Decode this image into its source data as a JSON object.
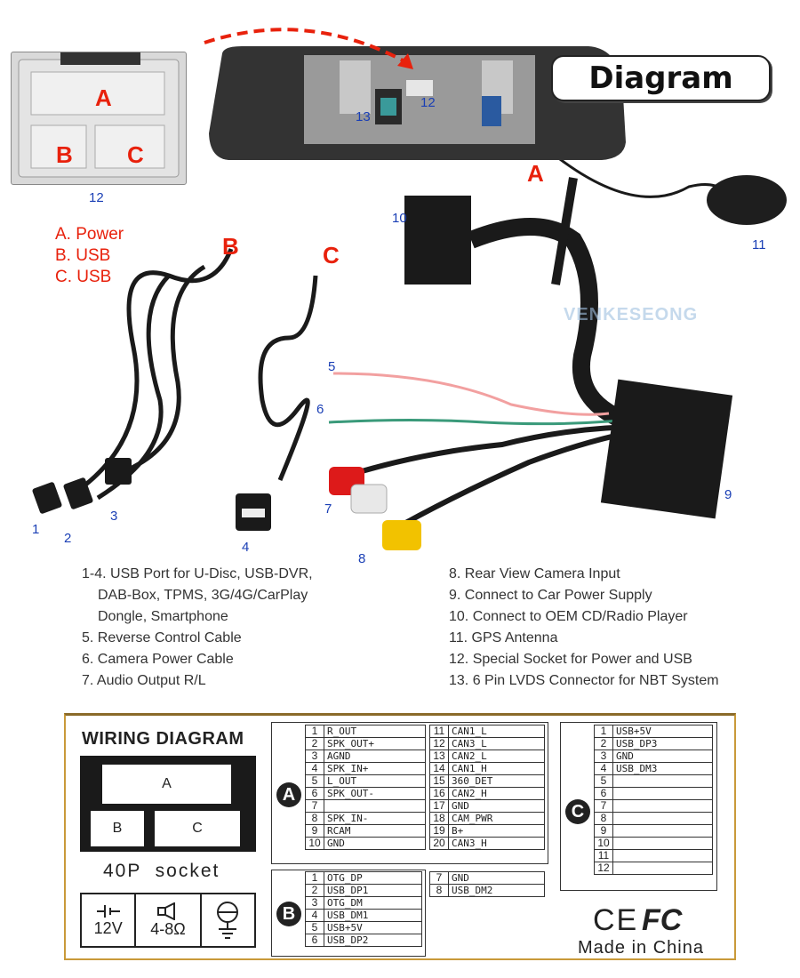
{
  "header": {
    "badge": "Diagram"
  },
  "socket_photo": {
    "letter_a": "A",
    "letter_b": "B",
    "letter_c": "C",
    "number": "12"
  },
  "legend": {
    "a": "A. Power",
    "b": "B. USB",
    "c": "C. USB"
  },
  "callouts": {
    "n1": "1",
    "n2": "2",
    "n3": "3",
    "n4": "4",
    "n5": "5",
    "n6": "6",
    "n7": "7",
    "n8": "8",
    "n9": "9",
    "n10": "10",
    "n11": "11",
    "n12": "12",
    "n13": "13",
    "cable_a": "A",
    "cable_b": "B",
    "cable_c": "C"
  },
  "watermark": "VENKESEONG",
  "captions_left": [
    "1-4. USB Port for U-Disc, USB-DVR,",
    "DAB-Box, TPMS, 3G/4G/CarPlay",
    "Dongle, Smartphone",
    "5. Reverse Control Cable",
    "6. Camera Power Cable",
    "7. Audio Output R/L"
  ],
  "captions_right": [
    "8. Rear View Camera Input",
    "9. Connect to Car Power Supply",
    "10. Connect to OEM CD/Radio Player",
    "11. GPS Antenna",
    "12. Special Socket for Power and USB",
    "13. 6 Pin LVDS Connector for NBT System"
  ],
  "wiring": {
    "title": "WIRING DIAGRAM",
    "socket_a": "A",
    "socket_b": "B",
    "socket_c": "C",
    "socket_label": "40P  socket",
    "sym_12v": "12V",
    "sym_ohm": "4-8Ω",
    "ce": "CE",
    "fcc": "FC",
    "made_in": "Made in China",
    "group_a_label": "A",
    "group_a_left": [
      [
        "1",
        "R_OUT"
      ],
      [
        "2",
        "SPK_OUT+"
      ],
      [
        "3",
        "AGND"
      ],
      [
        "4",
        "SPK_IN+"
      ],
      [
        "5",
        "L_OUT"
      ],
      [
        "6",
        "SPK_OUT-"
      ],
      [
        "7",
        ""
      ],
      [
        "8",
        "SPK_IN-"
      ],
      [
        "9",
        "RCAM"
      ],
      [
        "10",
        "GND"
      ]
    ],
    "group_a_right": [
      [
        "11",
        "CAN1_L"
      ],
      [
        "12",
        "CAN3_L"
      ],
      [
        "13",
        "CAN2_L"
      ],
      [
        "14",
        "CAN1_H"
      ],
      [
        "15",
        "360_DET"
      ],
      [
        "16",
        "CAN2_H"
      ],
      [
        "17",
        "GND"
      ],
      [
        "18",
        "CAM_PWR"
      ],
      [
        "19",
        "B+"
      ],
      [
        "20",
        "CAN3_H"
      ]
    ],
    "group_b_label": "B",
    "group_b_left": [
      [
        "1",
        "OTG_DP"
      ],
      [
        "2",
        "USB_DP1"
      ],
      [
        "3",
        "OTG_DM"
      ],
      [
        "4",
        "USB_DM1"
      ],
      [
        "5",
        "USB+5V"
      ],
      [
        "6",
        "USB_DP2"
      ]
    ],
    "group_b_right": [
      [
        "7",
        "GND"
      ],
      [
        "8",
        "USB_DM2"
      ]
    ],
    "group_c_label": "C",
    "group_c": [
      [
        "1",
        "USB+5V"
      ],
      [
        "2",
        "USB_DP3"
      ],
      [
        "3",
        "GND"
      ],
      [
        "4",
        "USB_DM3"
      ],
      [
        "5",
        ""
      ],
      [
        "6",
        ""
      ],
      [
        "7",
        ""
      ],
      [
        "8",
        ""
      ],
      [
        "9",
        ""
      ],
      [
        "10",
        ""
      ],
      [
        "11",
        ""
      ],
      [
        "12",
        ""
      ]
    ]
  }
}
